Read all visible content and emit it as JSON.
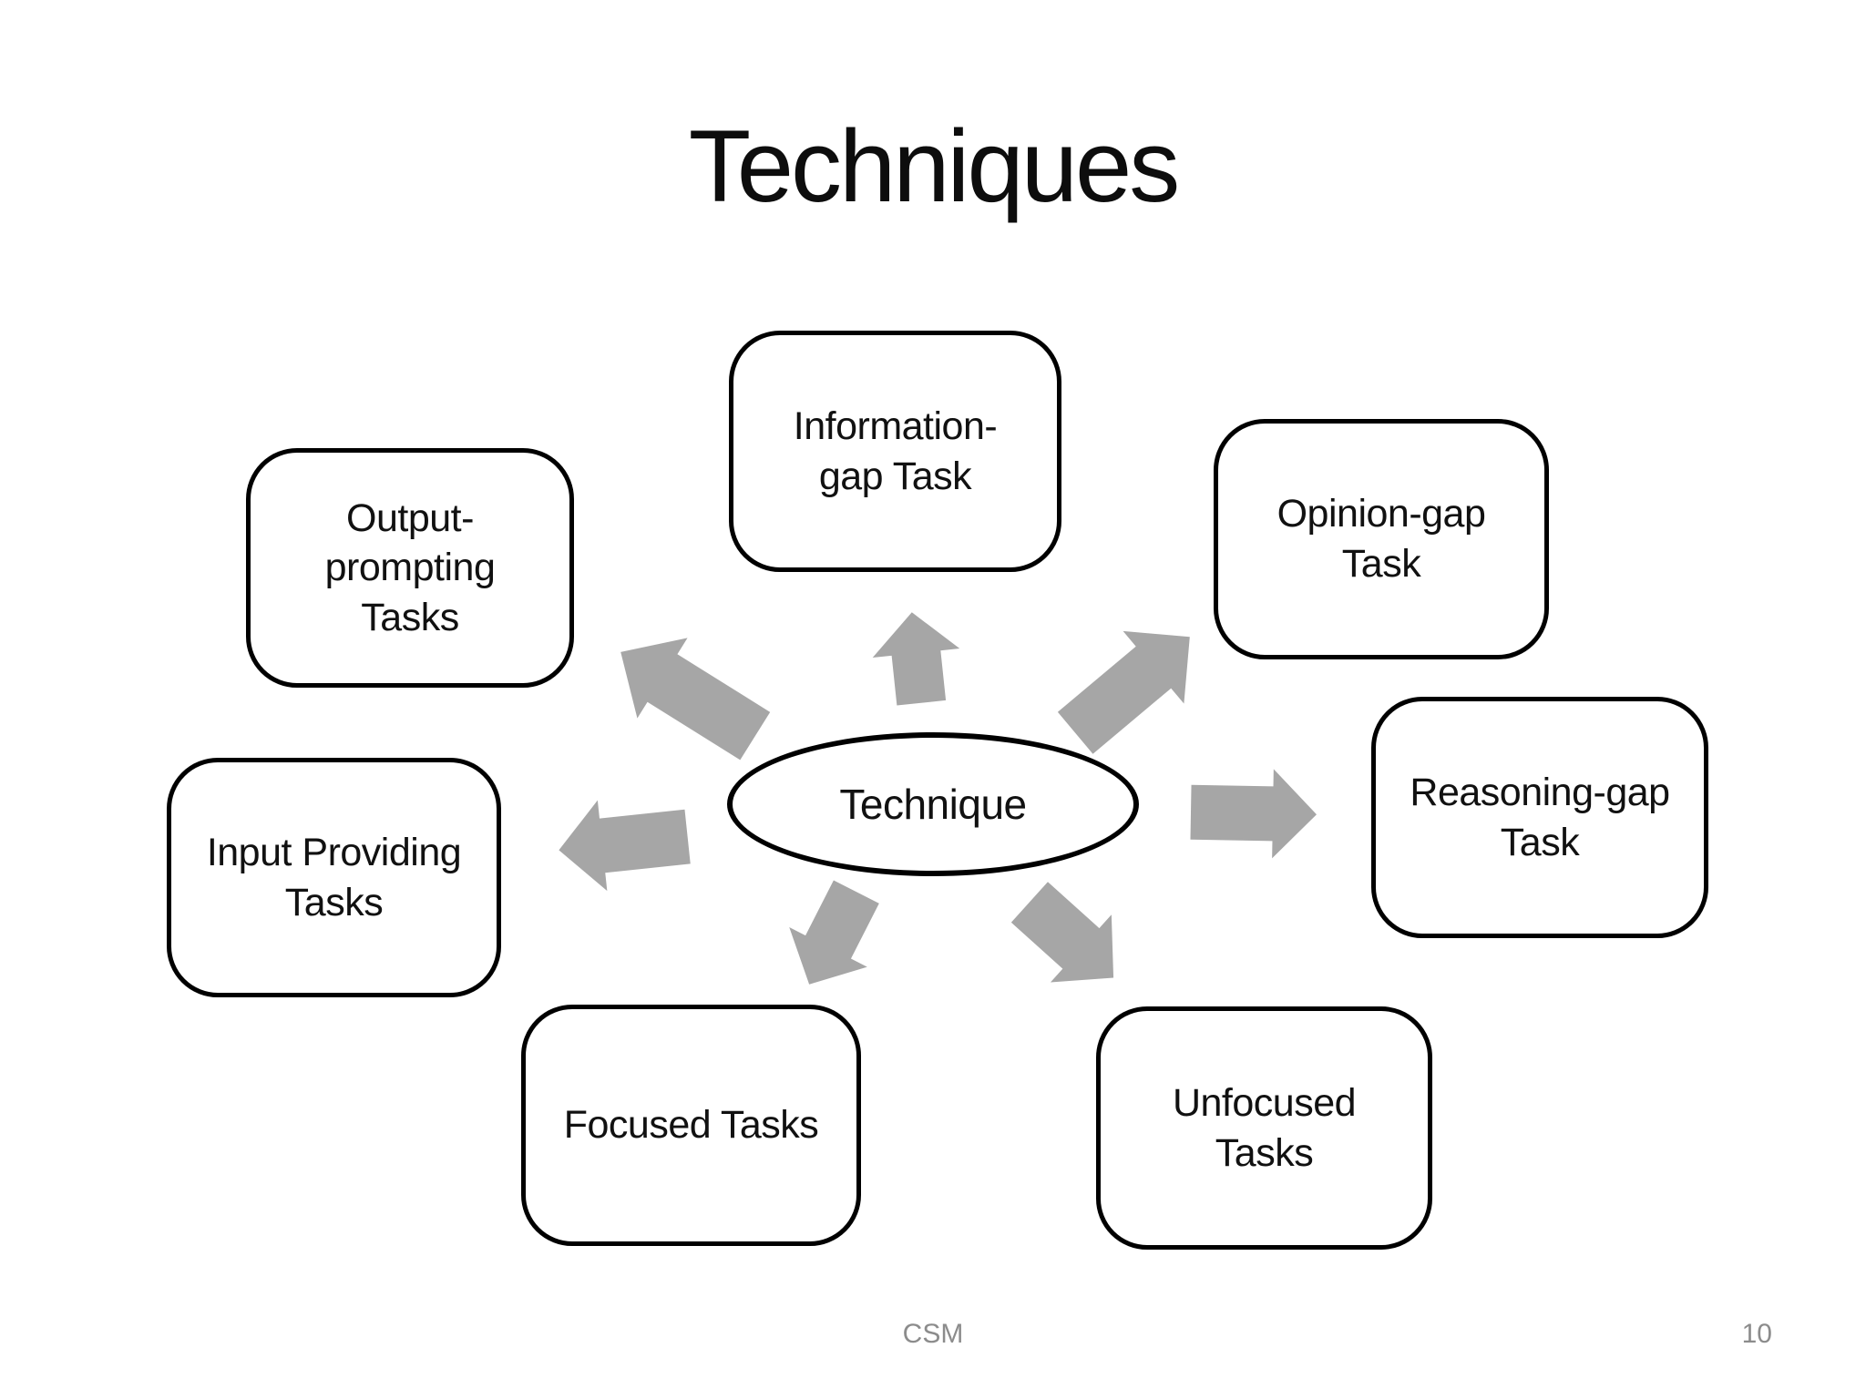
{
  "slide": {
    "title": "Techniques",
    "footer": "CSM",
    "page_number": "10"
  },
  "diagram": {
    "center_label": "Technique",
    "nodes": [
      {
        "label": "Information-\ngap Task"
      },
      {
        "label": "Opinion-gap\nTask"
      },
      {
        "label": "Reasoning-gap\nTask"
      },
      {
        "label": "Unfocused\nTasks"
      },
      {
        "label": "Focused Tasks"
      },
      {
        "label": "Input Providing\nTasks"
      },
      {
        "label": "Output-\nprompting\nTasks"
      }
    ],
    "colors": {
      "arrow": "#a6a6a6",
      "shape_border": "#000000",
      "text": "#111111",
      "footer_text": "#8c8c8c"
    }
  }
}
